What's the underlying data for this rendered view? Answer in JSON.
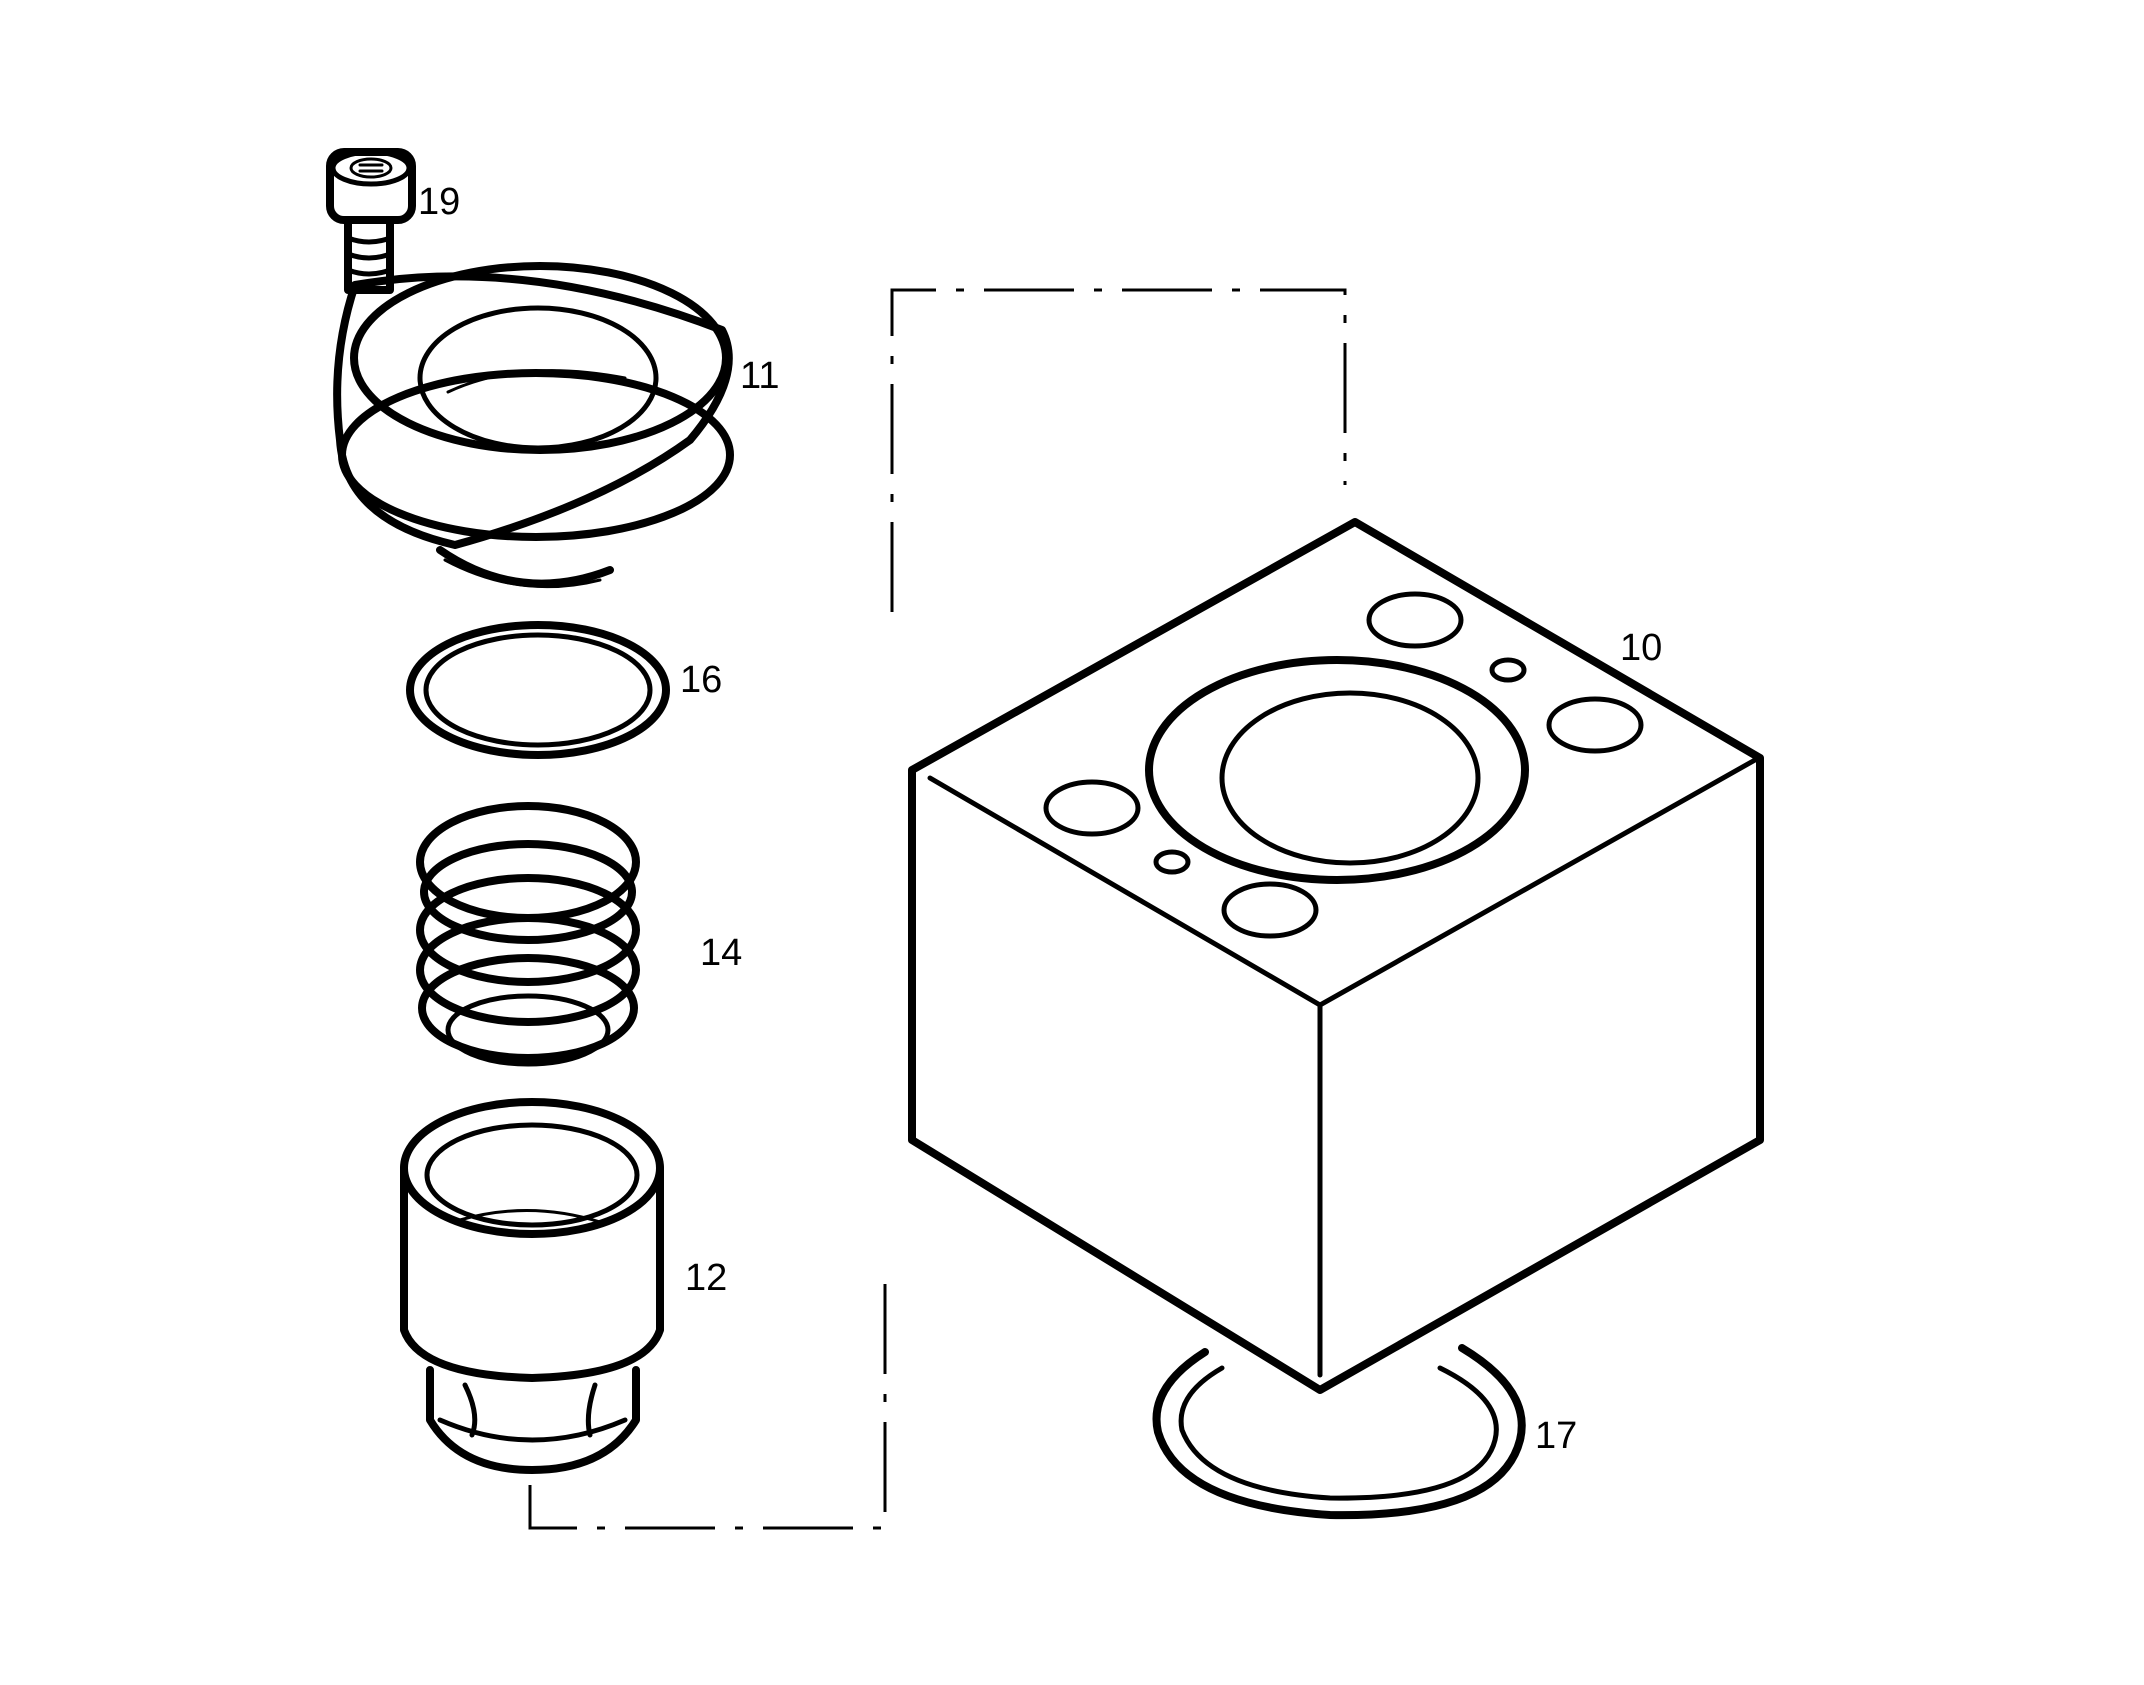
{
  "diagram": {
    "callouts": [
      {
        "id": "19",
        "label": "19"
      },
      {
        "id": "11",
        "label": "11"
      },
      {
        "id": "16",
        "label": "16"
      },
      {
        "id": "14",
        "label": "14"
      },
      {
        "id": "12",
        "label": "12"
      },
      {
        "id": "10",
        "label": "10"
      },
      {
        "id": "17",
        "label": "17"
      }
    ]
  }
}
